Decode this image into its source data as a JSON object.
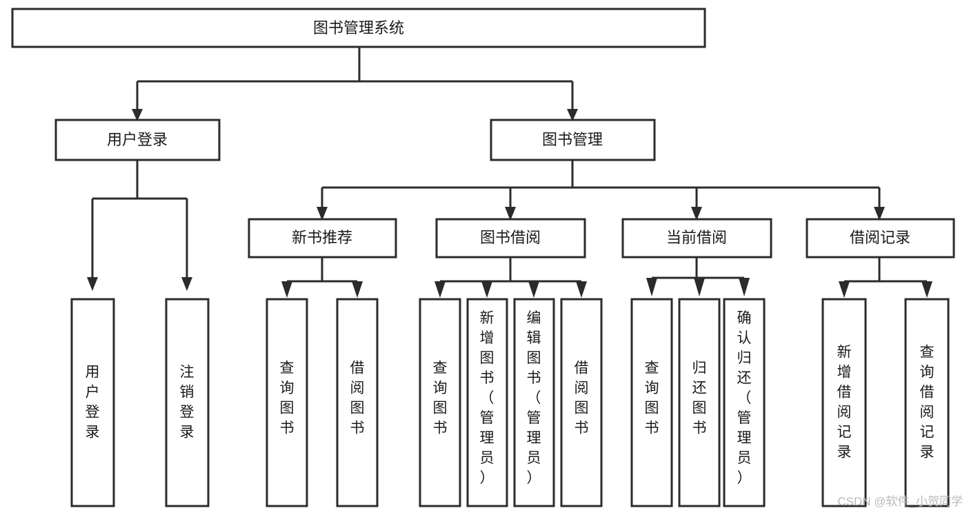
{
  "diagram": {
    "type": "tree",
    "title": "图书管理系统",
    "orientation": "top-down",
    "root": {
      "id": "root",
      "label": "图书管理系统",
      "text_orientation": "horizontal"
    },
    "level2": [
      {
        "id": "user-login",
        "label": "用户登录",
        "text_orientation": "horizontal"
      },
      {
        "id": "book-management",
        "label": "图书管理",
        "text_orientation": "horizontal"
      }
    ],
    "level3": [
      {
        "id": "new-book-recommend",
        "label": "新书推荐",
        "parent": "book-management",
        "text_orientation": "horizontal"
      },
      {
        "id": "book-borrow",
        "label": "图书借阅",
        "parent": "book-management",
        "text_orientation": "horizontal"
      },
      {
        "id": "current-borrow",
        "label": "当前借阅",
        "parent": "book-management",
        "text_orientation": "horizontal"
      },
      {
        "id": "borrow-record",
        "label": "借阅记录",
        "parent": "book-management",
        "text_orientation": "horizontal"
      }
    ],
    "leaves": {
      "user-login": [
        {
          "id": "leaf-user-login",
          "label": "用户登录",
          "chars": [
            "用",
            "户",
            "登",
            "录"
          ]
        },
        {
          "id": "leaf-user-logout",
          "label": "注销登录",
          "chars": [
            "注",
            "销",
            "登",
            "录"
          ]
        }
      ],
      "new-book-recommend": [
        {
          "id": "leaf-query-book-1",
          "label": "查询图书",
          "chars": [
            "查",
            "询",
            "图",
            "书"
          ]
        },
        {
          "id": "leaf-borrow-book-1",
          "label": "借阅图书",
          "chars": [
            "借",
            "阅",
            "图",
            "书"
          ]
        }
      ],
      "book-borrow": [
        {
          "id": "leaf-query-book-2",
          "label": "查询图书",
          "chars": [
            "查",
            "询",
            "图",
            "书"
          ]
        },
        {
          "id": "leaf-add-book",
          "label": "新增图书（管理员）",
          "chars": [
            "新",
            "增",
            "图",
            "书",
            "（",
            "管",
            "理",
            "员",
            "）"
          ]
        },
        {
          "id": "leaf-edit-book",
          "label": "编辑图书（管理员）",
          "chars": [
            "编",
            "辑",
            "图",
            "书",
            "（",
            "管",
            "理",
            "员",
            "）"
          ]
        },
        {
          "id": "leaf-borrow-book-2",
          "label": "借阅图书",
          "chars": [
            "借",
            "阅",
            "图",
            "书"
          ]
        }
      ],
      "current-borrow": [
        {
          "id": "leaf-query-book-3",
          "label": "查询图书",
          "chars": [
            "查",
            "询",
            "图",
            "书"
          ]
        },
        {
          "id": "leaf-return-book",
          "label": "归还图书",
          "chars": [
            "归",
            "还",
            "图",
            "书"
          ]
        },
        {
          "id": "leaf-confirm-return",
          "label": "确认归还（管理员）",
          "chars": [
            "确",
            "认",
            "归",
            "还",
            "（",
            "管",
            "理",
            "员",
            "）"
          ]
        }
      ],
      "borrow-record": [
        {
          "id": "leaf-add-record",
          "label": "新增借阅记录",
          "chars": [
            "新",
            "增",
            "借",
            "阅",
            "记",
            "录"
          ]
        },
        {
          "id": "leaf-query-record",
          "label": "查询借阅记录",
          "chars": [
            "查",
            "询",
            "借",
            "阅",
            "记",
            "录"
          ]
        }
      ]
    }
  },
  "colors": {
    "background": "#ffffff",
    "box_fill": "#ffffff",
    "box_stroke": "#2b2b2b",
    "connector": "#2b2b2b",
    "text": "#1a1a1a",
    "watermark": "#b9b9b9"
  },
  "watermark": {
    "text": "CSDN @软件_小贺同学"
  }
}
